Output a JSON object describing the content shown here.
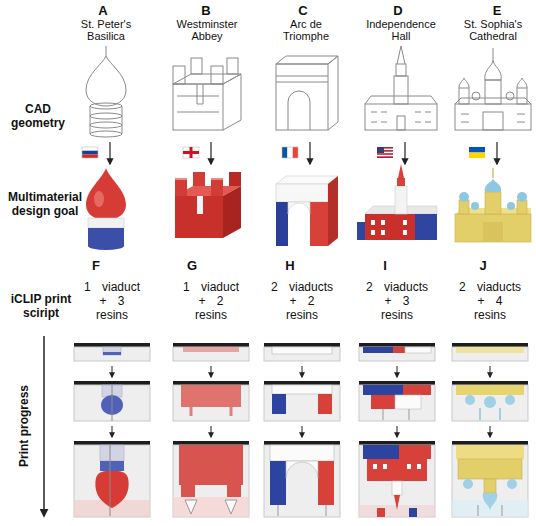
{
  "diagram": {
    "labels": [
      "A",
      "B",
      "C",
      "D",
      "E",
      "St. Peter's Basilica",
      "Westminster Abbey",
      "Arc de Triomphe",
      "Independence Hall",
      "St. Sophia's Cathedral",
      "CAD geometry",
      "Multimaterial design goal",
      "F",
      "G",
      "H",
      "I",
      "J",
      "iCLIP print sciript",
      "1 viaduct + 3 resins",
      "1 viaduct + 2 resins",
      "2 viaducts + 2 resins",
      "2 viaducts + 3 resins",
      "2 viaducts + 4 resins",
      "Print progress"
    ]
  }
}
